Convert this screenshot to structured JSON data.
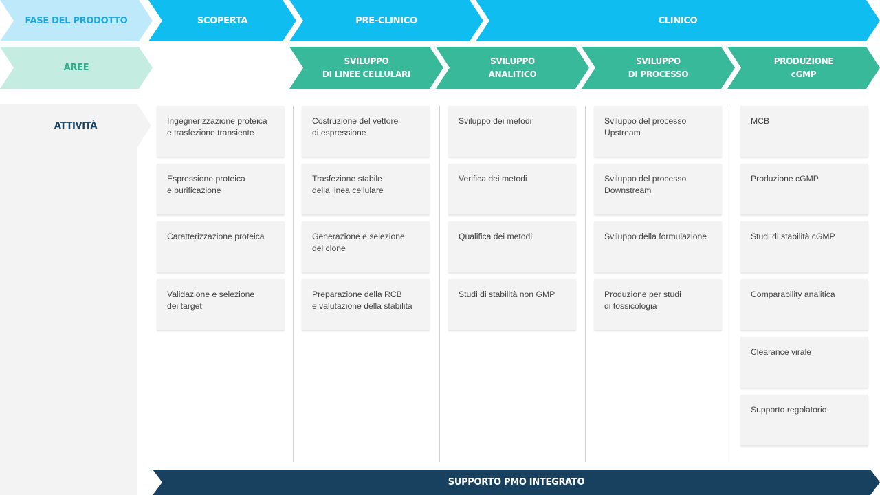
{
  "phases": {
    "label": "FASE DEL PRODOTTO",
    "discovery": "SCOPERTA",
    "preclinical": "PRE-CLINICO",
    "clinical": "CLINICO"
  },
  "areas": {
    "label": "AREE",
    "cell_line": "SVILUPPO\nDI LINEE CELLULARI",
    "analytical": "SVILUPPO\nANALITICO",
    "process": "SVILUPPO\nDI PROCESSO",
    "production": "PRODUZIONE\ncGMP"
  },
  "activities": {
    "label": "ATTIVITÀ",
    "discovery": [
      "Ingegnerizzazione proteica\ne trasfezione transiente",
      "Espressione proteica\ne purificazione",
      "Caratterizzazione proteica",
      "Validazione e selezione\ndei target"
    ],
    "cell_line": [
      "Costruzione del vettore\ndi espressione",
      "Trasfezione stabile\ndella linea cellulare",
      "Generazione e selezione\ndel clone",
      "Preparazione della RCB\ne valutazione della stabilità"
    ],
    "analytical": [
      "Sviluppo dei metodi",
      "Verifica dei metodi",
      "Qualifica dei metodi",
      "Studi di stabilità non GMP"
    ],
    "process": [
      "Sviluppo del processo\nUpstream",
      "Sviluppo del processo\nDownstream",
      "Sviluppo della formulazione",
      "Produzione per studi\ndi tossicologia"
    ],
    "production": [
      "MCB",
      "Produzione cGMP",
      "Studi di stabilità cGMP",
      "Comparability analitica",
      "Clearance virale",
      "Supporto regolatorio"
    ]
  },
  "footer": {
    "pmo": "SUPPORTO PMO INTEGRATO"
  },
  "colors": {
    "phase": "#0fbdf0",
    "phase_label": "#bde9fa",
    "area": "#38b99a",
    "area_label": "#c5ece1",
    "navy": "#17415f",
    "card": "#f3f3f3"
  }
}
